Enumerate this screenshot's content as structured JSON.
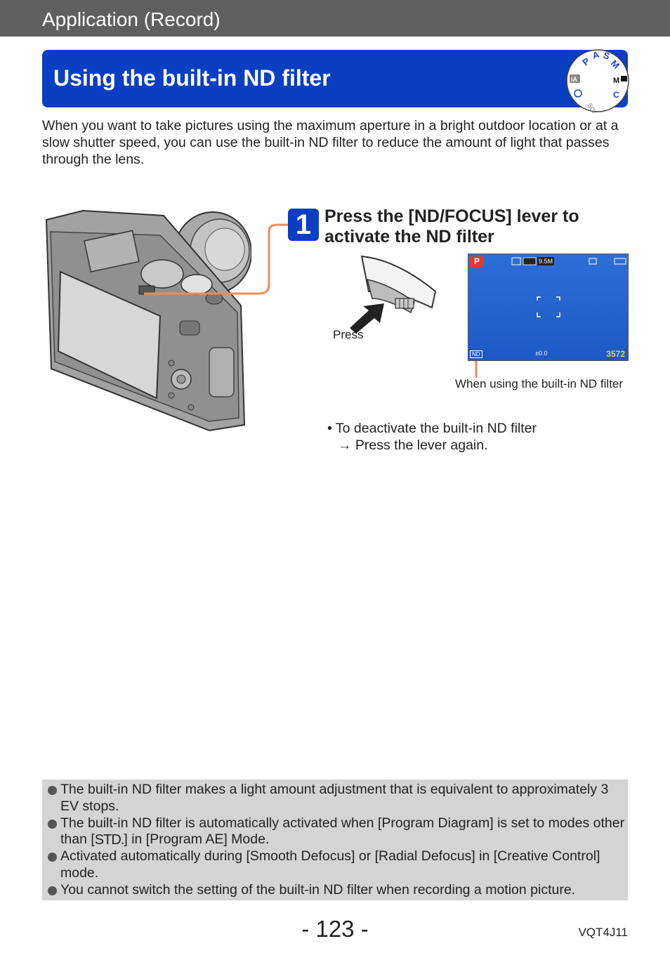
{
  "header": {
    "section": "Application (Record)"
  },
  "title": "Using the built-in ND filter",
  "mode_dial": {
    "letters": [
      "P",
      "A",
      "S",
      "M"
    ],
    "icons": [
      "ia-icon",
      "creative-icon",
      "custom-c-icon",
      "movie-icon",
      "scn-icon"
    ],
    "scn_label": "SCN"
  },
  "intro": "When you want to take pictures using the maximum aperture in a bright outdoor location or at a slow shutter speed, you can use the built-in ND filter to reduce the amount of light that passes through the lens.",
  "step": {
    "number": "1",
    "title": "Press the [ND/FOCUS] lever to activate the ND filter",
    "press_label": "Press",
    "lcd": {
      "mode": "P",
      "size": "9.5M",
      "count": "3572",
      "nd": "ND"
    },
    "lcd_caption": "When using the built-in ND filter",
    "deactivate_line1": "• To deactivate the built-in ND filter",
    "deactivate_line2": "→ Press the lever again."
  },
  "notes": {
    "item1": "The built-in ND filter makes a light amount adjustment that is equivalent to approximately 3 EV stops.",
    "item2_pre": "The built-in ND filter is automatically activated when [Program Diagram] is set to modes other than [",
    "item2_icon": "STD.",
    "item2_post": "] in [Program AE] Mode.",
    "item3": "Activated automatically during [Smooth Defocus] or [Radial Defocus] in [Creative Control] mode.",
    "item4": "You cannot switch the setting of the built-in ND filter when recording a motion picture."
  },
  "footer": {
    "page": "- 123 -",
    "code": "VQT4J11"
  },
  "colors": {
    "title_bar": "#0b3fc1",
    "header_bar": "#5f5f5f",
    "accent_line": "#f08a5d",
    "note_bg": "#d4d4d4"
  }
}
